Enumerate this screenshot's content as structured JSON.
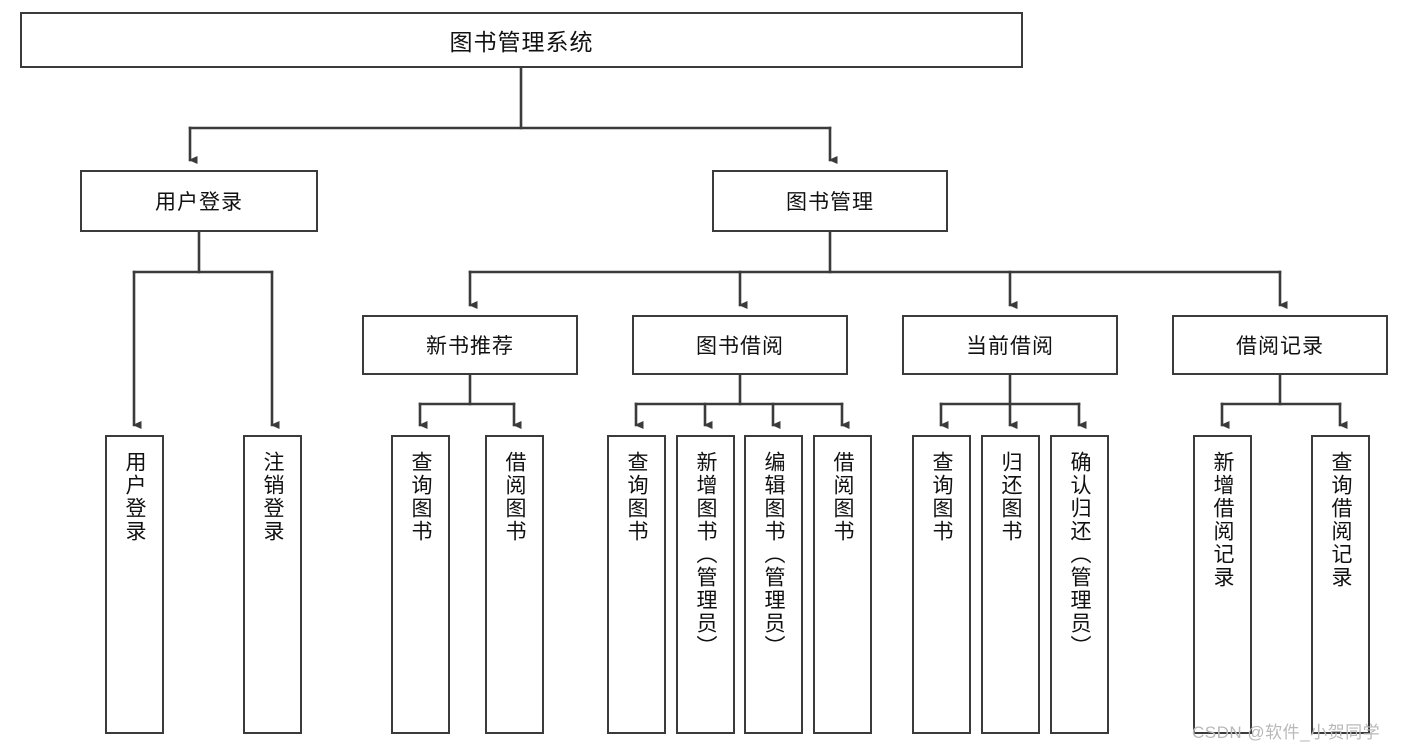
{
  "diagram": {
    "type": "tree-hierarchy-chart",
    "title": "图书管理系统",
    "orientation": "top-down",
    "line_color": "#3b3b3b",
    "box_fill": "#ffffff",
    "text_color": "#111111"
  },
  "nodes": {
    "root": {
      "label": "图书管理系统",
      "level": 1
    },
    "level2": [
      {
        "id": "user-login",
        "label": "用户登录"
      },
      {
        "id": "book-management",
        "label": "图书管理"
      }
    ],
    "level3": [
      {
        "id": "new-book-recommend",
        "label": "新书推荐"
      },
      {
        "id": "book-borrow",
        "label": "图书借阅"
      },
      {
        "id": "current-borrow",
        "label": "当前借阅"
      },
      {
        "id": "borrow-record",
        "label": "借阅记录"
      }
    ],
    "leaves": {
      "user_login": [
        {
          "id": "leaf-user-login",
          "label": "用户登录"
        },
        {
          "id": "leaf-logout-login",
          "label": "注销登录"
        }
      ],
      "new_book_recommend": [
        {
          "id": "leaf-query-book-1",
          "label": "查询图书"
        },
        {
          "id": "leaf-borrow-book-1",
          "label": "借阅图书"
        }
      ],
      "book_borrow": [
        {
          "id": "leaf-query-book-2",
          "label": "查询图书"
        },
        {
          "id": "leaf-add-book",
          "label": "新增图书（管理员）"
        },
        {
          "id": "leaf-edit-book",
          "label": "编辑图书（管理员）"
        },
        {
          "id": "leaf-borrow-book-2",
          "label": "借阅图书"
        }
      ],
      "current_borrow": [
        {
          "id": "leaf-query-book-3",
          "label": "查询图书"
        },
        {
          "id": "leaf-return-book",
          "label": "归还图书"
        },
        {
          "id": "leaf-confirm-return",
          "label": "确认归还（管理员）"
        }
      ],
      "borrow_record": [
        {
          "id": "leaf-add-record",
          "label": "新增借阅记录"
        },
        {
          "id": "leaf-query-record",
          "label": "查询借阅记录"
        }
      ]
    }
  },
  "watermark": {
    "text": "CSDN @软件_小贺同学"
  }
}
